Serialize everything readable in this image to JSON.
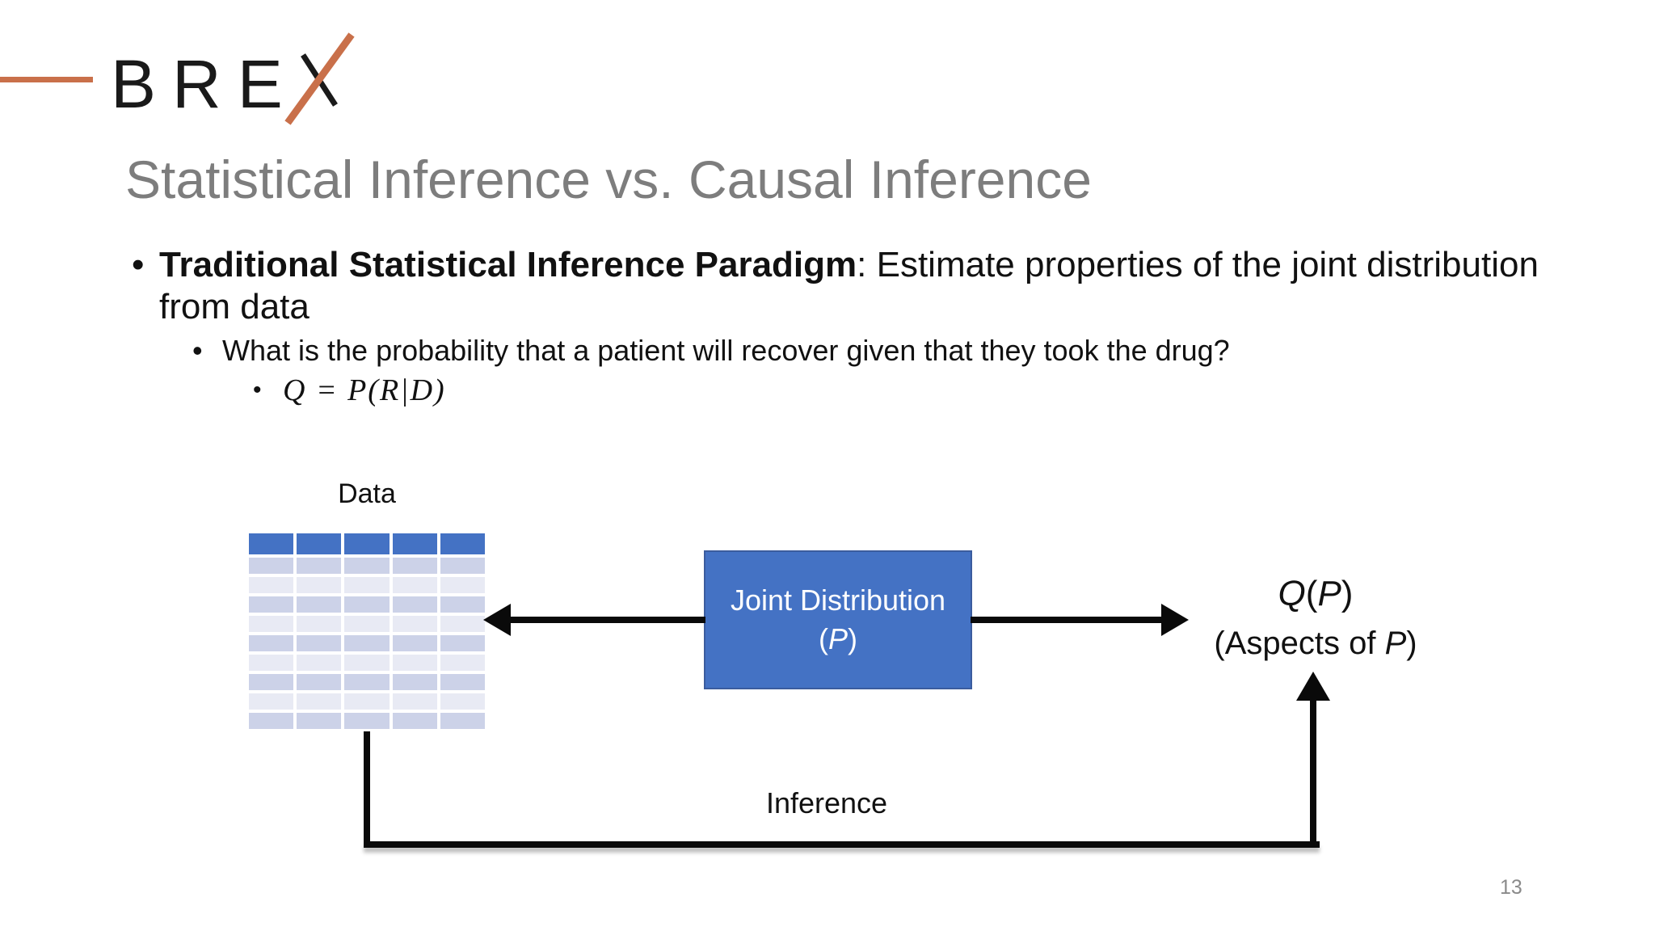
{
  "colors": {
    "accent_blue": "#4472C4",
    "box_border": "#3B5C9E",
    "row_dark": "#CCD2E8",
    "row_light": "#E8EAF4",
    "brand_orange": "#C9704A",
    "title_gray": "#7D7D7D",
    "text_black": "#111111",
    "arrow_black": "#0A0A0A",
    "page_gray": "#8A8A8A"
  },
  "logo": {
    "letters": "BRE"
  },
  "slide": {
    "title": "Statistical Inference vs. Causal Inference",
    "page_number": "13"
  },
  "bullets": {
    "marker": "•",
    "level1_bold": "Traditional Statistical Inference Paradigm",
    "level1_rest": ": Estimate properties of the joint distribution",
    "level1_line2": "from data",
    "level2": "What is the probability that a patient will recover given that they took the drug?",
    "level3_formula": "Q = P(R|D)"
  },
  "diagram": {
    "data_label": "Data",
    "table": {
      "columns": 5,
      "total_rows": 10,
      "header_rows": 1
    },
    "box": {
      "line1": "Joint Distribution",
      "p_open": "(",
      "p": "P",
      "p_close": ")"
    },
    "q_label": {
      "q": "Q",
      "q_open": "(",
      "q_p": "P",
      "q_close": ")",
      "aspects_prefix": "(Aspects of ",
      "aspects_p": "P",
      "aspects_suffix": ")"
    },
    "inference_label": "Inference"
  }
}
